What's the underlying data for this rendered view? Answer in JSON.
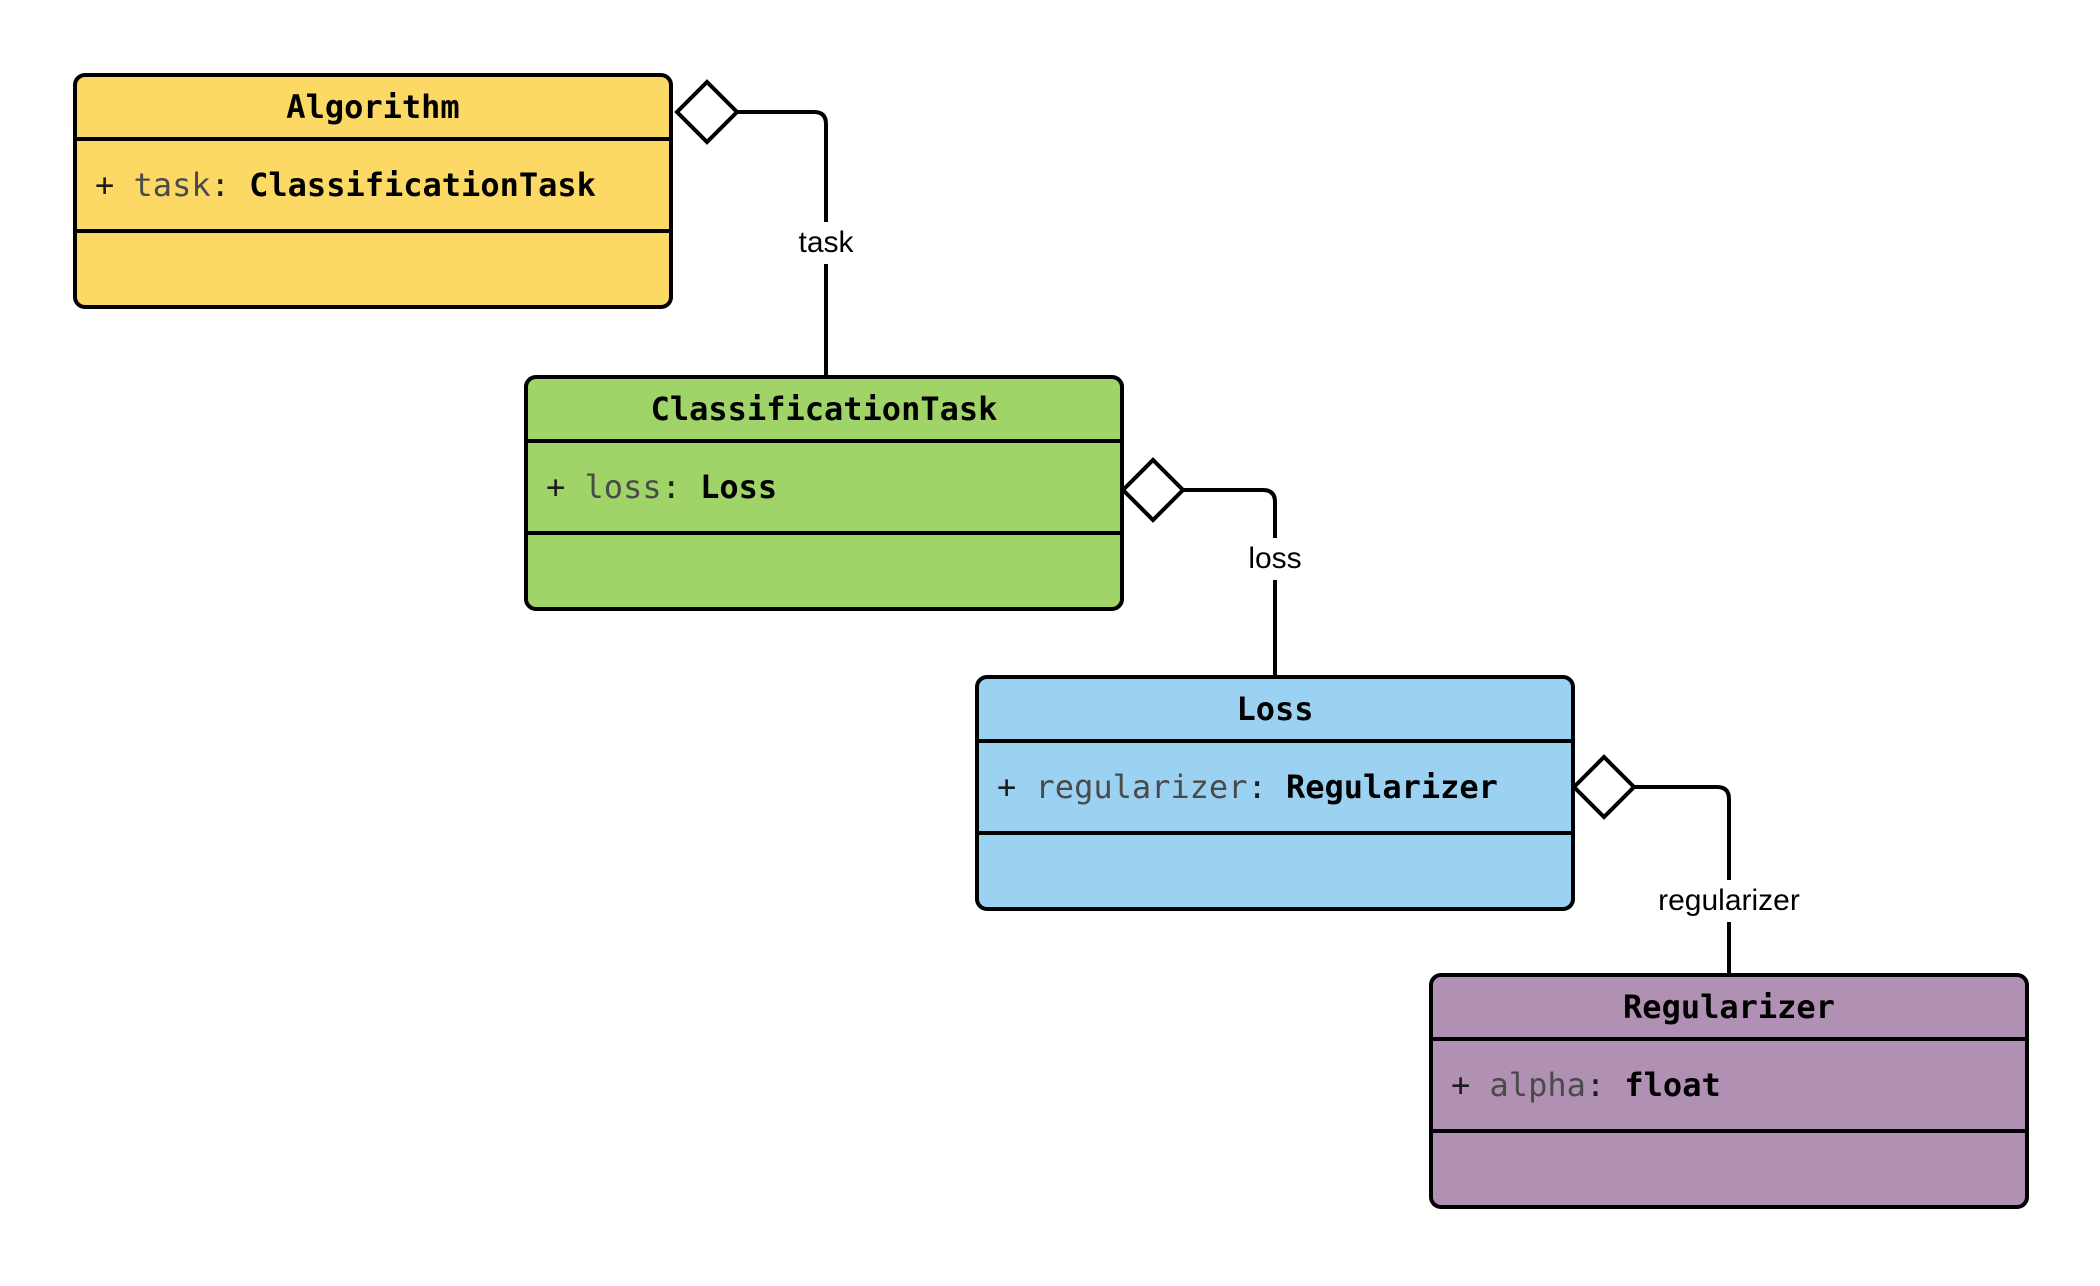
{
  "diagram": {
    "type": "uml-class-diagram",
    "background": "#ffffff",
    "line_color": "#000000",
    "classes": [
      {
        "name": "Algorithm",
        "fill": "#FBD964",
        "attribute": {
          "visibility": "+ ",
          "name": "task",
          "separator": ":",
          "type": " ClassificationTask"
        }
      },
      {
        "name": "ClassificationTask",
        "fill": "#A0D468",
        "attribute": {
          "visibility": "+ ",
          "name": "loss",
          "separator": ":",
          "type": " Loss"
        }
      },
      {
        "name": "Loss",
        "fill": "#9BD2F2",
        "attribute": {
          "visibility": "+ ",
          "name": "regularizer",
          "separator": ":",
          "type": " Regularizer"
        }
      },
      {
        "name": "Regularizer",
        "fill": "#B191B3",
        "attribute": {
          "visibility": "+ ",
          "name": "alpha",
          "separator": ":",
          "type": " float"
        }
      }
    ],
    "relations": [
      {
        "label": "task",
        "from": "Algorithm",
        "to": "ClassificationTask",
        "kind": "aggregation"
      },
      {
        "label": "loss",
        "from": "ClassificationTask",
        "to": "Loss",
        "kind": "aggregation"
      },
      {
        "label": "regularizer",
        "from": "Loss",
        "to": "Regularizer",
        "kind": "aggregation"
      }
    ]
  }
}
